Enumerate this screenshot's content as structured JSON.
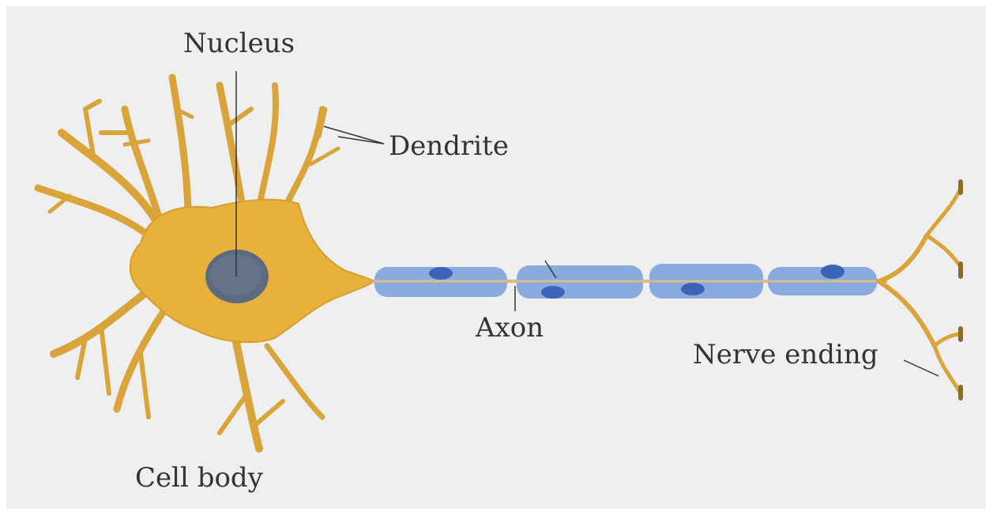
{
  "labels": {
    "nucleus": "Nucleus",
    "dendrite": "Dendrite",
    "axon": "Axon",
    "nerve_ending": "Nerve ending",
    "cell_body": "Cell body"
  },
  "colors": {
    "background": "#efefef",
    "cell_body": "#e8b23a",
    "cell_outline": "#c9932a",
    "nucleus": "#5c6b80",
    "myelin": "#7fa3dd",
    "schwann_nucleus": "#3b64b8",
    "axon_core": "#cdb07a",
    "leader_line": "#333333"
  }
}
